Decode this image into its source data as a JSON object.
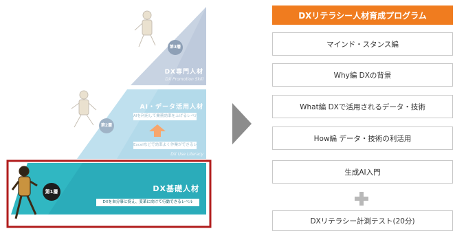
{
  "pyramid": {
    "tiers": [
      {
        "badge": "第3層",
        "title": "DX専門人材",
        "subtitle": "DX Promotion Skill",
        "descriptions": []
      },
      {
        "badge": "第2層",
        "title": "AI・データ活用人材",
        "subtitle": "DX Use Literacy",
        "descriptions": [
          "AIを利用して業務効率を上げるレベル",
          "Excelなどで効率よく作業ができるレベル"
        ]
      },
      {
        "badge": "第1層",
        "title": "DX基礎人材",
        "subtitle": "DX Literacy",
        "descriptions": [
          "DXを自分事と捉え、変革に向けて行動できるレベル"
        ]
      }
    ],
    "highlight_color": "#b11d1d",
    "tier_colors": [
      "#b9c6d8",
      "#aed3e6",
      "#2cb4c0"
    ]
  },
  "program": {
    "header": "DXリテラシー人材育成プログラム",
    "header_color": "#f07c1f",
    "modules": [
      "マインド・スタンス編",
      "Why編  DXの背景",
      "What編  DXで活用されるデータ・技術",
      "How編  データ・技術の利活用",
      "生成AI入門"
    ],
    "final_module": "DXリテラシー計測テスト(20分)",
    "plus_icon": "plus-icon"
  }
}
